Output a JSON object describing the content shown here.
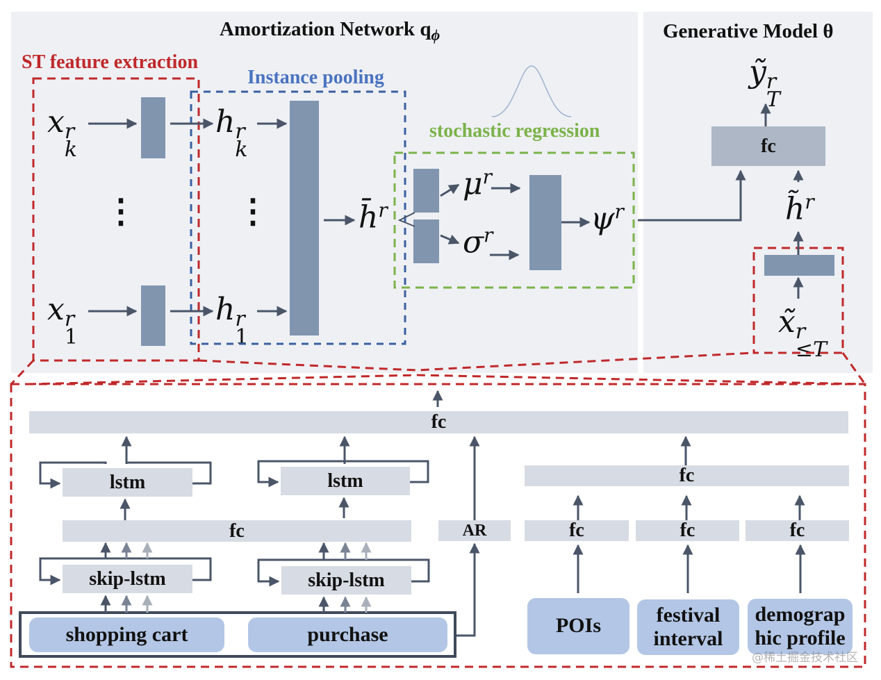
{
  "top": {
    "amortization_title": "Amortization Network q",
    "amortization_sub": "ϕ",
    "generative_title": "Generative Model θ",
    "st_feature_label": "ST feature extraction",
    "instance_pooling_label": "Instance pooling",
    "stochastic_regression_label": "stochastic regression",
    "symbols": {
      "xk": "x",
      "xk_sup": "r",
      "xk_sub": "k",
      "x1": "x",
      "x1_sup": "r",
      "x1_sub": "1",
      "hk": "h",
      "hk_sup": "r",
      "hk_sub": "k",
      "h1": "h",
      "h1_sup": "r",
      "h1_sub": "1",
      "hbar": "h̄",
      "hbar_sup": "r",
      "mu": "μ",
      "mu_sup": "r",
      "sigma": "σ",
      "sigma_sup": "r",
      "psi": "ψ",
      "psi_sup": "r",
      "ytilde": "ỹ",
      "ytilde_sup": "r",
      "ytilde_sub": "T",
      "htilde": "h̃",
      "htilde_sup": "r",
      "xtilde": "x̃",
      "xtilde_sup": "r",
      "xtilde_sub": "≤T",
      "vdots": "⋮"
    },
    "gen_fc_label": "fc"
  },
  "bottom": {
    "top_fc_label": "fc",
    "lstm_left_label": "lstm",
    "lstm_right_label": "lstm",
    "mid_fc_label": "fc",
    "skip_lstm_left_label": "skip-lstm",
    "skip_lstm_right_label": "skip-lstm",
    "ar_label": "AR",
    "right_fc_label": "fc",
    "poi_fc_label": "fc",
    "festival_fc_label": "fc",
    "demo_fc_label": "fc",
    "inputs": {
      "shopping_cart": "shopping cart",
      "purchase": "purchase",
      "pois": "POIs",
      "festival_line1": "festival",
      "festival_line2": "interval",
      "demo_line1": "demograp",
      "demo_line2": "hic profile"
    }
  },
  "watermark": "@稀土掘金技术社区",
  "colors": {
    "red_dash": "#c0282a",
    "blue_dash": "#3b5fa0",
    "green_dash": "#7cb24a",
    "arrow": "#4a5568",
    "block": "#8195ae"
  }
}
